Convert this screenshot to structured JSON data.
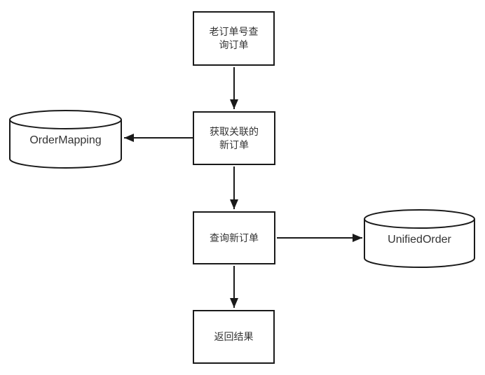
{
  "diagram": {
    "type": "flowchart",
    "background_color": "#ffffff",
    "stroke_color": "#1a1a1a",
    "text_color": "#333333",
    "nodes": {
      "old_order_query": {
        "shape": "rectangle",
        "label": "老订单号查询订单",
        "lines": [
          "老订单号查",
          "询订单"
        ]
      },
      "get_related_order": {
        "shape": "rectangle",
        "label": "获取关联的新订单",
        "lines": [
          "获取关联的",
          "新订单"
        ]
      },
      "query_new_order": {
        "shape": "rectangle",
        "label": "查询新订单",
        "lines": [
          "查询新订单"
        ]
      },
      "return_result": {
        "shape": "rectangle",
        "label": "返回结果",
        "lines": [
          "返回结果"
        ]
      }
    },
    "databases": {
      "order_mapping": {
        "shape": "cylinder",
        "label": "OrderMapping"
      },
      "unified_order": {
        "shape": "cylinder",
        "label": "UnifiedOrder"
      }
    },
    "edges": [
      {
        "from": "old_order_query",
        "to": "get_related_order",
        "direction": "down"
      },
      {
        "from": "get_related_order",
        "to": "order_mapping",
        "direction": "left"
      },
      {
        "from": "get_related_order",
        "to": "query_new_order",
        "direction": "down"
      },
      {
        "from": "query_new_order",
        "to": "unified_order",
        "direction": "right"
      },
      {
        "from": "query_new_order",
        "to": "return_result",
        "direction": "down"
      }
    ]
  }
}
